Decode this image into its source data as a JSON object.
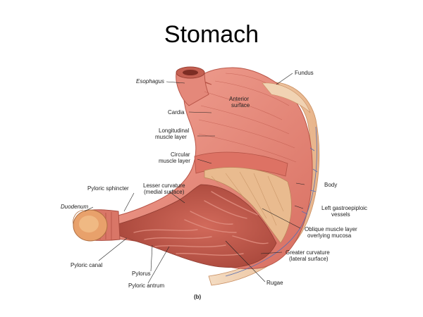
{
  "title": "Stomach",
  "panel_label": "(b)",
  "labels": {
    "esophagus": "Esophagus",
    "fundus": "Fundus",
    "anterior_1": "Anterior",
    "anterior_2": "surface",
    "cardia": "Cardia",
    "longitudinal_1": "Longitudinal",
    "longitudinal_2": "muscle layer",
    "circular_1": "Circular",
    "circular_2": "muscle layer",
    "lesser_1": "Lesser curvature",
    "lesser_2": "(medial surface)",
    "pyloric_sphincter": "Pyloric sphincter",
    "body": "Body",
    "duodenum": "Duodenum",
    "gastroepiploic_1": "Left gastroepiploic",
    "gastroepiploic_2": "vessels",
    "oblique_1": "Oblique muscle layer",
    "oblique_2": "overlying mucosa",
    "greater_1": "Greater curvature",
    "greater_2": "(lateral surface)",
    "pyloric_canal": "Pyloric canal",
    "pylorus": "Pylorus",
    "rugae": "Rugae",
    "pyloric_antrum": "Pyloric antrum"
  },
  "colors": {
    "serosa": "#e98e80",
    "muscle": "#d9695c",
    "mucosa": "#c45a4c",
    "tan": "#e9bb8f",
    "fat": "#f1d3b3"
  }
}
